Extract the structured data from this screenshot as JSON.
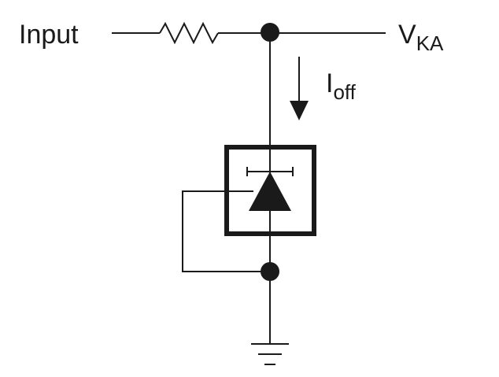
{
  "labels": {
    "input": "Input",
    "vka_main": "V",
    "vka_sub": "KA",
    "ioff_main": "I",
    "ioff_sub": "off"
  },
  "colors": {
    "ink": "#1a1a1a",
    "background": "#ffffff"
  },
  "icons": {
    "resistor": "resistor-icon",
    "shunt_regulator": "shunt-regulator-icon",
    "ground": "ground-icon",
    "current_arrow": "arrow-down-icon"
  }
}
